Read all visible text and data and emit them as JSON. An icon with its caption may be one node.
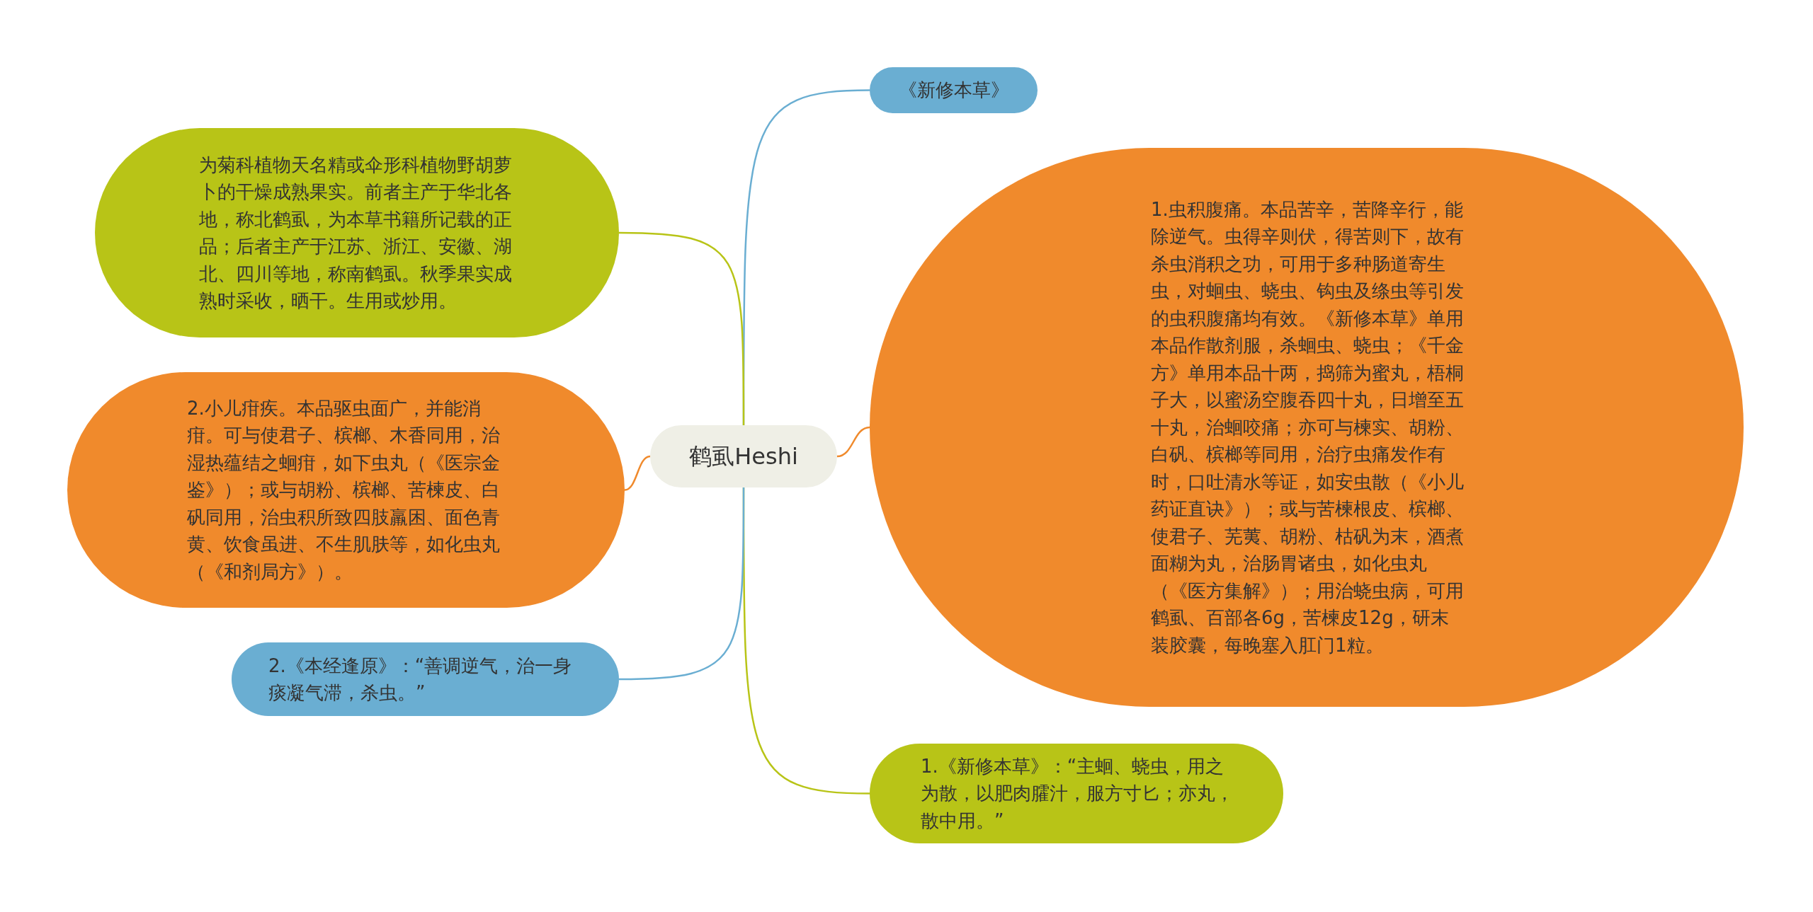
{
  "diagram": {
    "nodes": [
      {
        "text": [
          "鹤虱Heshi"
        ]
      },
      {
        "text": [
          "《新修本草》"
        ]
      },
      {
        "text": [
          "1.虫积腹痛。本品苦辛，苦降辛行，能除逆气。虫得辛则伏，得苦则下，故有杀虫消积之功，可用于多种肠道寄生虫，对蛔虫、蛲虫、钩虫及绦虫等引发的虫积腹痛均有效。《新修本草》单用本品作散剂服，杀蛔虫、蛲虫；《千金方》单用本品十两，捣筛为蜜丸，梧桐子大，以蜜汤空腹吞四十丸，日增至五十丸，治蛔咬痛；亦可与楝实、胡粉、白矾、槟榔等同用，治疗虫痛发作有时，口吐清水等证，如安虫散（《小儿药证直诀》）；或与苦楝根皮、槟榔、使君子、芜荑、胡粉、枯矾为末，酒煮面糊为丸，治肠胃诸虫，如化虫丸（《医方集解》）；用治蛲虫病，可用鹤虱、百部各6g，苦楝皮12g，研末装胶囊，每晚塞入肛门1粒。"
        ]
      },
      {
        "text": [
          "1.《新修本草》：“主蛔、蛲虫，用之为散，以肥肉臛汁，服方寸匕；亦丸，散中用。”"
        ]
      },
      {
        "text": [
          "为菊科植物天名精或伞形科植物野胡萝卜的干燥成熟果实。前者主产于华北各地，称北鹤虱，为本草书籍所记载的正品；后者主产于江苏、浙江、安徽、湖北、四川等地，称南鹤虱。秋季果实成熟时采收，晒干。生用或炒用。"
        ]
      },
      {
        "text": [
          "2.小儿疳疾。本品驱虫面广，并能消疳。可与使君子、槟榔、木香同用，治湿热蕴结之蛔疳，如下虫丸（《医宗金鉴》）；或与胡粉、槟榔、苦楝皮、白矾同用，治虫积所致四肢羸困、面色青黄、饮食虽进、不生肌肤等，如化虫丸（《和剂局方》）。"
        ]
      },
      {
        "text": [
          "2.《本经逢原》：“善调逆气，治一身痰凝气滞，杀虫。”"
        ]
      }
    ],
    "edges": [
      {
        "from": 0,
        "to": 1,
        "arrow": "none",
        "color": "#6aaed2"
      },
      {
        "from": 0,
        "to": 2,
        "arrow": "none",
        "color": "#f08a2c"
      },
      {
        "from": 0,
        "to": 3,
        "arrow": "none",
        "color": "#b8c417"
      },
      {
        "from": 0,
        "to": 4,
        "arrow": "none",
        "color": "#b8c417"
      },
      {
        "from": 0,
        "to": 5,
        "arrow": "none",
        "color": "#f08a2c"
      },
      {
        "from": 0,
        "to": 6,
        "arrow": "none",
        "color": "#6aaed2"
      }
    ]
  }
}
